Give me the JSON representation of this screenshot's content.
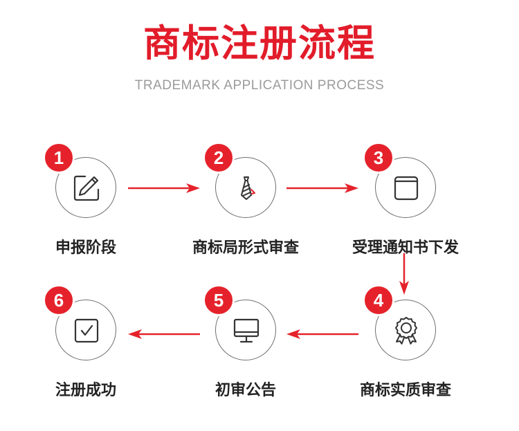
{
  "header": {
    "title": "商标注册流程",
    "subtitle": "TRADEMARK APPLICATION PROCESS"
  },
  "colors": {
    "accent": "#e5222b",
    "title": "#e21c2a",
    "subtitle": "#9b9b9b",
    "circle_border": "#6f6f6f",
    "icon": "#333333"
  },
  "steps": [
    {
      "number": "1",
      "label": "申报阶段",
      "icon": "edit-icon"
    },
    {
      "number": "2",
      "label": "商标局形式审查",
      "icon": "tie-icon"
    },
    {
      "number": "3",
      "label": "受理通知书下发",
      "icon": "envelope-icon"
    },
    {
      "number": "4",
      "label": "商标实质审查",
      "icon": "award-badge-icon"
    },
    {
      "number": "5",
      "label": "初审公告",
      "icon": "monitor-icon"
    },
    {
      "number": "6",
      "label": "注册成功",
      "icon": "checkbox-icon"
    }
  ]
}
